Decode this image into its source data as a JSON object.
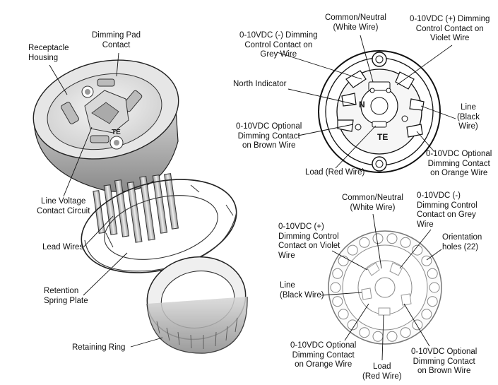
{
  "exploded_view": {
    "receptacle_housing": "Receptacle\nHousing",
    "dimming_pad_contact": "Dimming Pad\nContact",
    "line_voltage_contact_circuit": "Line Voltage\nContact Circuit",
    "lead_wires": "Lead Wires",
    "retention_spring_plate": "Retention\nSpring Plate",
    "retaining_ring": "Retaining Ring"
  },
  "top_view": {
    "common_neutral": "Common/Neutral\n(White Wire)",
    "dim_neg_grey": "0-10VDC (-) Dimming\nControl Contact on\nGrey Wire",
    "dim_pos_violet": "0-10VDC (+) Dimming\nControl Contact on\nViolet Wire",
    "north_indicator": "North Indicator",
    "line_black": "Line\n(Black\nWire)",
    "opt_brown": "0-10VDC Optional\nDimming Contact\non Brown Wire",
    "opt_orange": "0-10VDC Optional\nDimming Contact\non Orange Wire",
    "load_red": "Load (Red Wire)",
    "brand": "TE"
  },
  "bottom_view": {
    "common_neutral": "Common/Neutral\n(White Wire)",
    "dim_neg_grey": "0-10VDC (-)\nDimming Control\nContact on Grey\nWire",
    "dim_pos_violet": "0-10VDC (+)\nDimming Control\nContact on Violet\nWire",
    "orientation_holes": "Orientation\nholes (22)",
    "line_black": "Line\n(Black Wire)",
    "opt_orange": "0-10VDC Optional\nDimming Contact\non Orange Wire",
    "load_red": "Load\n(Red Wire)",
    "opt_brown": "0-10VDC Optional\nDimming Contact\non Brown Wire"
  }
}
